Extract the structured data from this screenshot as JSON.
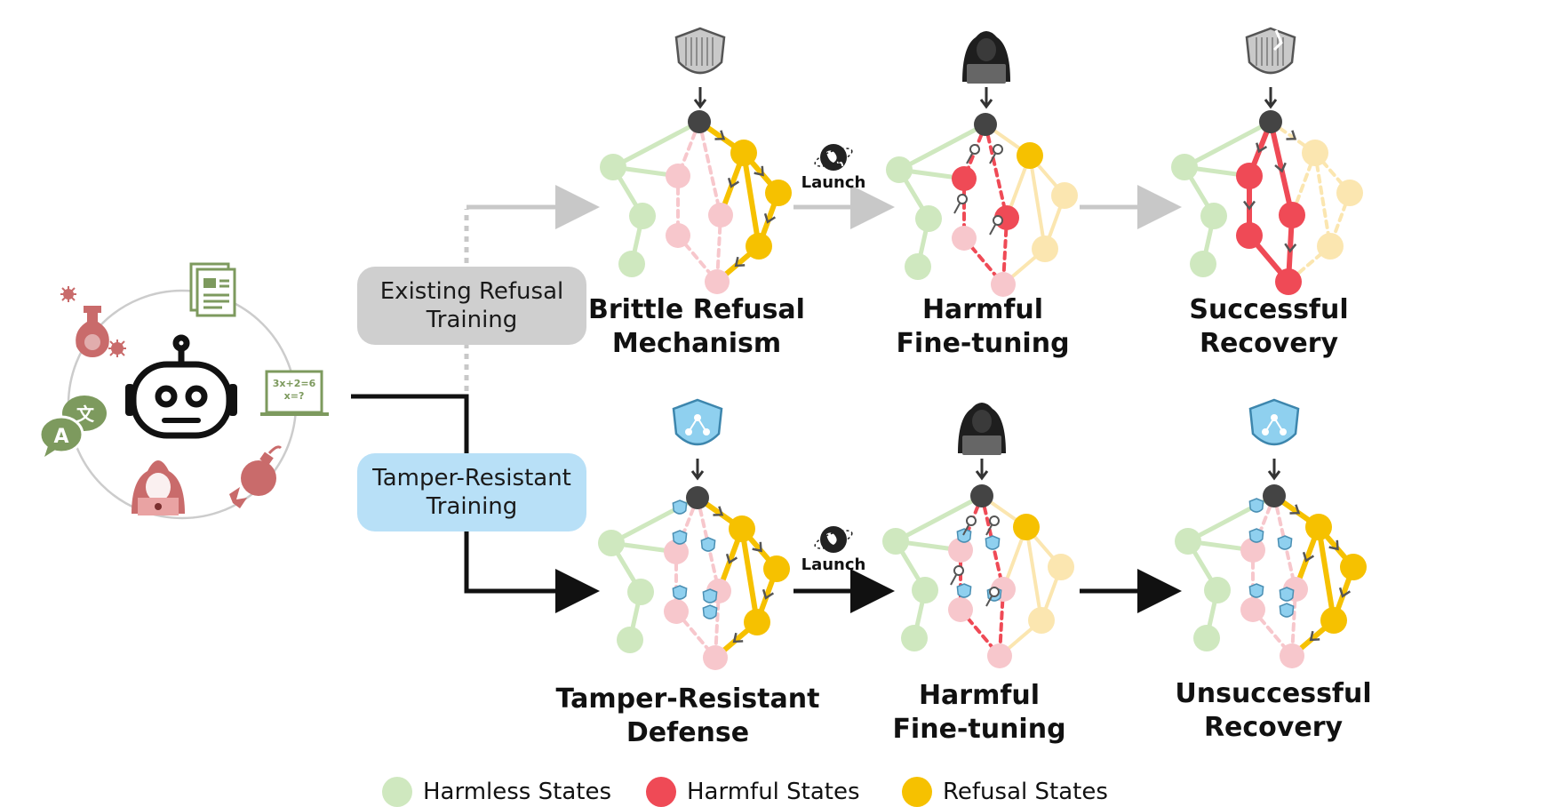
{
  "training_boxes": {
    "existing": [
      "Existing Refusal",
      "Training"
    ],
    "tamper": [
      "Tamper-Resistant",
      "Training"
    ]
  },
  "top_row": {
    "stage1": [
      "Brittle Refusal",
      "Mechanism"
    ],
    "stage2": [
      "Harmful",
      "Fine-tuning"
    ],
    "stage3": [
      "Successful",
      "Recovery"
    ]
  },
  "bottom_row": {
    "stage1": [
      "Tamper-Resistant",
      "Defense"
    ],
    "stage2": [
      "Harmful",
      "Fine-tuning"
    ],
    "stage3": [
      "Unsuccessful",
      "Recovery"
    ]
  },
  "launch_label": "Launch",
  "math_board": [
    "3x+2=6",
    "x=?"
  ],
  "translate_glyphs": [
    "A",
    "文"
  ],
  "legend": [
    {
      "label": "Harmless States",
      "color": "#cfe8bf"
    },
    {
      "label": "Harmful States",
      "color": "#ef4a56"
    },
    {
      "label": "Refusal States",
      "color": "#f6c100"
    }
  ],
  "colors": {
    "harmless": "#cfe8bf",
    "harmful": "#ef4a56",
    "harmful_faded": "#f7c7cc",
    "refusal": "#f6c100",
    "refusal_faded": "#fbe6b0",
    "root": "#444444",
    "defense_shield": "#8fd0ef",
    "icon_red": "#c96b6b",
    "icon_green": "#7d9a5e"
  }
}
